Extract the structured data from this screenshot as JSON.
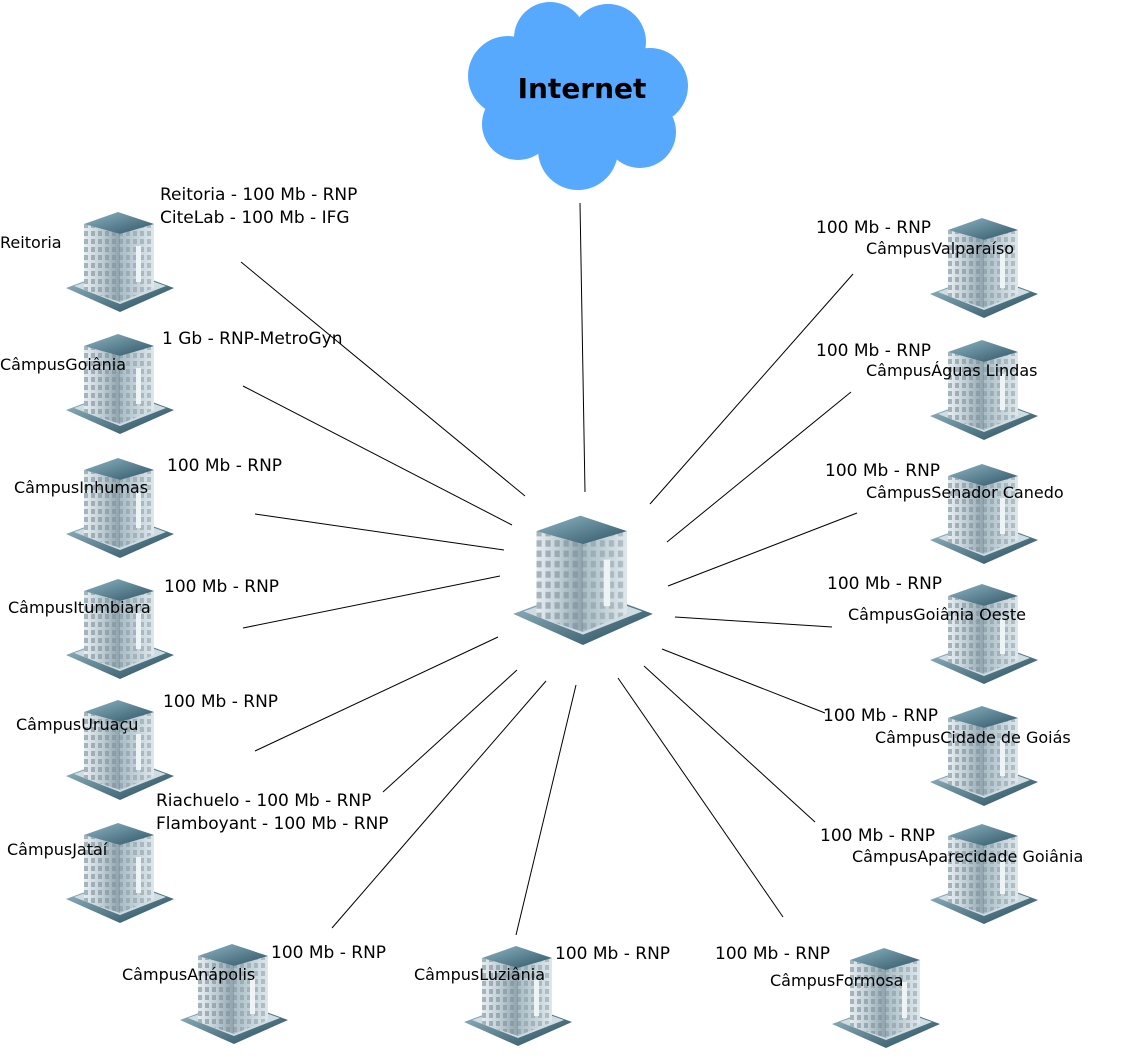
{
  "title": "Diagrama de rede IFG",
  "internet": {
    "label": "Internet",
    "color": "#57a9fd"
  },
  "colors": {
    "label_box": "#c9eef0",
    "line": "#000000"
  },
  "hub": {
    "name": "core-router-building"
  },
  "nodes": [
    {
      "id": "reitoria",
      "line1": "Reitoria",
      "line2": "",
      "links": [
        "Reitoria - 100 Mb - RNP",
        "CiteLab - 100 Mb - IFG"
      ]
    },
    {
      "id": "goiania",
      "line1": "Câmpus",
      "line2": "Goiânia",
      "links": [
        "1 Gb - RNP-MetroGyn"
      ]
    },
    {
      "id": "inhumas",
      "line1": "Câmpus",
      "line2": "Inhumas",
      "links": [
        "100 Mb - RNP"
      ]
    },
    {
      "id": "itumbiara",
      "line1": "Câmpus",
      "line2": "Itumbiara",
      "links": [
        "100 Mb - RNP"
      ]
    },
    {
      "id": "uruacu",
      "line1": "Câmpus",
      "line2": "Uruaçu",
      "links": [
        "100 Mb - RNP"
      ]
    },
    {
      "id": "jatai",
      "line1": "Câmpus",
      "line2": "Jataí",
      "links": [
        "Riachuelo - 100 Mb - RNP",
        "Flamboyant - 100 Mb - RNP"
      ]
    },
    {
      "id": "anapolis",
      "line1": "Câmpus",
      "line2": "Anápolis",
      "links": [
        "100 Mb - RNP"
      ]
    },
    {
      "id": "luziania",
      "line1": "Câmpus",
      "line2": "Luziânia",
      "links": [
        "100 Mb - RNP"
      ]
    },
    {
      "id": "formosa",
      "line1": "Câmpus",
      "line2": "Formosa",
      "links": [
        "100 Mb - RNP"
      ]
    },
    {
      "id": "aparecida",
      "line1": "Câmpus",
      "line2": "Aparecidade Goiânia",
      "links": [
        "100 Mb - RNP"
      ]
    },
    {
      "id": "cidade-de-goias",
      "line1": "Câmpus",
      "line2": "Cidade de Goiás",
      "links": [
        "100 Mb - RNP"
      ]
    },
    {
      "id": "goiania-oeste",
      "line1": "Câmpus",
      "line2": "Goiânia Oeste",
      "links": [
        "100 Mb - RNP"
      ]
    },
    {
      "id": "senador-canedo",
      "line1": "Câmpus",
      "line2": "Senador Canedo",
      "links": [
        "100 Mb - RNP"
      ]
    },
    {
      "id": "aguas-lindas",
      "line1": "Câmpus",
      "line2": "Águas Lindas",
      "links": [
        "100 Mb - RNP"
      ]
    },
    {
      "id": "valparaiso",
      "line1": "Câmpus",
      "line2": "Valparaíso",
      "links": [
        "100 Mb - RNP"
      ]
    }
  ]
}
